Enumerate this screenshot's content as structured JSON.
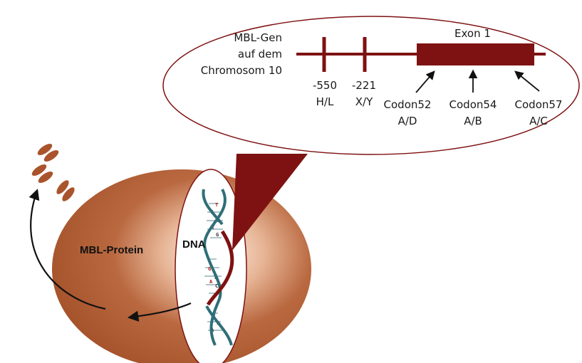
{
  "gene": {
    "title_lines": [
      "MBL-Gen",
      "auf dem",
      "Chromosom 10"
    ],
    "exon_label": "Exon 1",
    "promoter_sites": [
      {
        "position": "-550",
        "alleles": "H/L"
      },
      {
        "position": "-221",
        "alleles": "X/Y"
      }
    ],
    "codons": [
      {
        "name": "Codon52",
        "alleles": "A/D"
      },
      {
        "name": "Codon54",
        "alleles": "A/B"
      },
      {
        "name": "Codon57",
        "alleles": "A/C"
      }
    ]
  },
  "cell": {
    "protein_label": "MBL-Protein",
    "dna_label": "DNA"
  },
  "colors": {
    "gene_red": "#7e1212",
    "protein_brown": "#a9542c",
    "helix_teal": "#2f6f78"
  }
}
